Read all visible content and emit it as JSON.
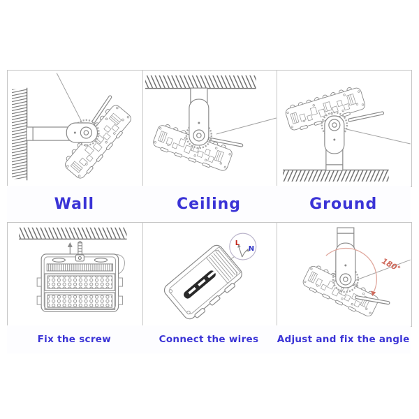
{
  "panels": [
    {
      "id": "wall",
      "caption": "Wall"
    },
    {
      "id": "ceiling",
      "caption": "Ceiling"
    },
    {
      "id": "ground",
      "caption": "Ground"
    },
    {
      "id": "fix-screw",
      "caption": "Fix the screw"
    },
    {
      "id": "connect-wires",
      "caption": "Connect the wires"
    },
    {
      "id": "adjust-angle",
      "caption": "Adjust and fix the angle"
    }
  ],
  "annotations": {
    "rotation_angle": "180°",
    "wire_live": "L",
    "wire_neutral": "N"
  },
  "colors": {
    "caption_text": "#3a33d6",
    "panel_border": "#c6c6c6",
    "line_art": "#8a8a8a",
    "accent_red": "#cf6a5c",
    "wire_live": "#c3271b",
    "wire_neutral": "#2b2fc4",
    "background": "#ffffff"
  }
}
